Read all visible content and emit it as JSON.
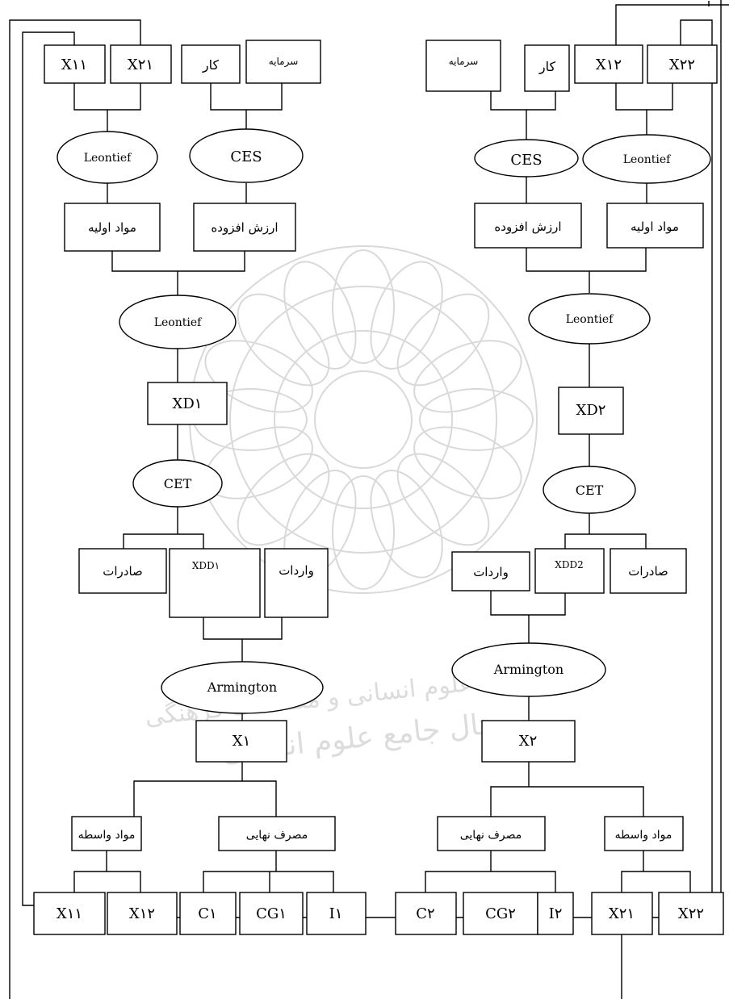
{
  "watermark": {
    "line1": "پژوهشگاه علوم انسانی و مطالعات فرهنگی",
    "line2": "پرتال جامع علوم انسانی"
  },
  "left": {
    "top_boxes": [
      "X۱۱",
      "X۲۱",
      "کار",
      "سرمایه"
    ],
    "oval_leontief_1": "Leontief",
    "oval_ces": "CES",
    "box_primary": "مواد اولیه",
    "box_value_added": "ارزش افزوده",
    "oval_leontief_2": "Leontief",
    "box_xd": "XD۱",
    "oval_cet": "CET",
    "box_exports": "صادرات",
    "box_xdd": "XDD۱",
    "box_imports": "واردات",
    "oval_armington": "Armington",
    "box_x": "X۱",
    "box_intermediate": "مواد واسطه",
    "box_final": "مصرف نهایی",
    "bottom_boxes": [
      "X۱۱",
      "X۱۲",
      "C۱",
      "CG۱",
      "I۱"
    ]
  },
  "right": {
    "top_boxes": [
      "سرمایه",
      "کار",
      "X۱۲",
      "X۲۲"
    ],
    "oval_ces": "CES",
    "oval_leontief_1": "Leontief",
    "box_value_added": "ارزش افزوده",
    "box_primary": "مواد اولیه",
    "oval_leontief_2": "Leontief",
    "box_xd": "XD۲",
    "oval_cet": "CET",
    "box_imports": "واردات",
    "box_xdd": "XDD2",
    "box_exports": "صادرات",
    "oval_armington": "Armington",
    "box_x": "X۲",
    "box_final": "مصرف نهایی",
    "box_intermediate": "مواد واسطه",
    "bottom_boxes": [
      "C۲",
      "CG۲",
      "I۲",
      "X۲۱",
      "X۲۲"
    ]
  }
}
